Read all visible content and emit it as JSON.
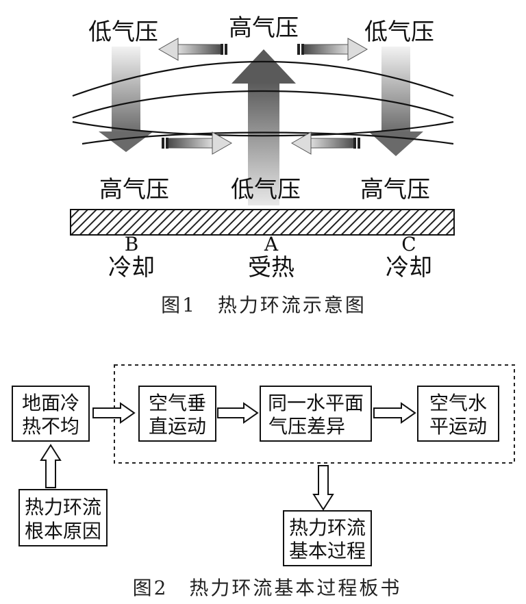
{
  "figure1": {
    "pressure_top": {
      "left": "低气压",
      "center": "高气压",
      "right": "低气压"
    },
    "pressure_bottom": {
      "left": "高气压",
      "center": "低气压",
      "right": "高气压"
    },
    "points": [
      {
        "letter": "B",
        "state": "冷却"
      },
      {
        "letter": "A",
        "state": "受热"
      },
      {
        "letter": "C",
        "state": "冷却"
      }
    ],
    "caption": "图1　热力环流示意图"
  },
  "figure2": {
    "cause_box": {
      "line1": "地面冷",
      "line2": "热不均"
    },
    "process_boxes": [
      {
        "line1": "空气垂",
        "line2": "直运动"
      },
      {
        "line1": "同一水平面",
        "line2": "气压差异"
      },
      {
        "line1": "空气水",
        "line2": "平运动"
      }
    ],
    "root_box": {
      "line1": "热力环流",
      "line2": "根本原因"
    },
    "basic_box": {
      "line1": "热力环流",
      "line2": "基本过程"
    },
    "caption": "图2　热力环流基本过程板书"
  }
}
